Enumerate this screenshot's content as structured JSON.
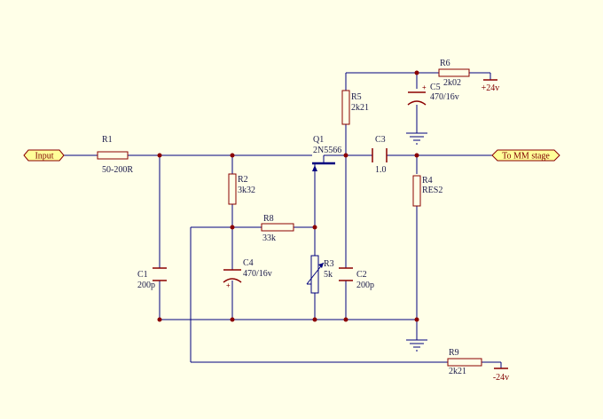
{
  "colors": {
    "background": "#ffffe8",
    "wire": "#00007f",
    "part": "#8b0000",
    "label": "#1a1a4a",
    "port_fill": "#ffff99",
    "junction": "#8b0000"
  },
  "ports": {
    "input": "Input",
    "output": "To MM stage"
  },
  "power": {
    "pos": "+24v",
    "neg": "-24v"
  },
  "components": {
    "r1": {
      "ref": "R1",
      "value": "50-200R"
    },
    "r2": {
      "ref": "R2",
      "value": "3k32"
    },
    "r3": {
      "ref": "R3",
      "value": "5k"
    },
    "r4": {
      "ref": "R4",
      "value": "RES2"
    },
    "r5": {
      "ref": "R5",
      "value": "2k21"
    },
    "r6": {
      "ref": "R6",
      "value": "2k02"
    },
    "r8": {
      "ref": "R8",
      "value": "33k"
    },
    "r9": {
      "ref": "R9",
      "value": "2k21"
    },
    "c1": {
      "ref": "C1",
      "value": "200p"
    },
    "c2": {
      "ref": "C2",
      "value": "200p"
    },
    "c3": {
      "ref": "C3",
      "value": "1.0"
    },
    "c4": {
      "ref": "C4",
      "value": "470/16v"
    },
    "c5": {
      "ref": "C5",
      "value": "470/16v"
    },
    "q1": {
      "ref": "Q1",
      "value": "2N5566"
    }
  }
}
